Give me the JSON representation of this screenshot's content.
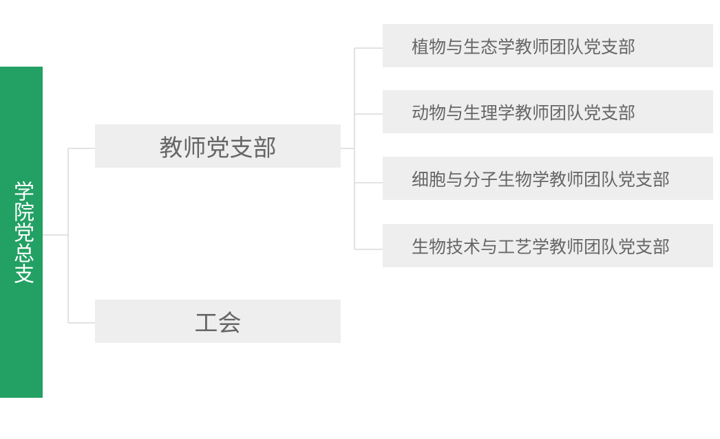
{
  "root": {
    "label": "学院党总支"
  },
  "children": [
    {
      "label": "教师党支部",
      "children": [
        {
          "label": "植物与生态学教师团队党支部"
        },
        {
          "label": "动物与生理学教师团队党支部"
        },
        {
          "label": "细胞与分子生物学教师团队党支部"
        },
        {
          "label": "生物技术与工艺学教师团队党支部"
        }
      ]
    },
    {
      "label": "工会"
    }
  ],
  "colors": {
    "root_background": "#23a063",
    "node_background": "#eeeeee",
    "node_text": "#666666",
    "connector": "#d9d9d9"
  }
}
